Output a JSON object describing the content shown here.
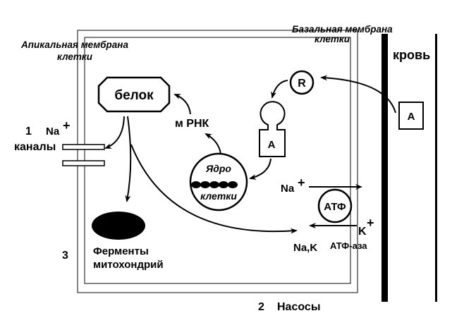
{
  "labels": {
    "apical_membrane_line1": "Апикальная мембрана",
    "apical_membrane_line2": "клетки",
    "basal_membrane_line1": "Базальная мембрана",
    "basal_membrane_line2": "клетки",
    "blood": "кровь",
    "protein": "белок",
    "mrna": "м РНК",
    "nucleus_line1": "Ядро",
    "nucleus_line2": "клетки",
    "receptor": "R",
    "hormone_cell": "A",
    "hormone_blood": "A",
    "channels_number": "1",
    "channels_ion": "Na",
    "channels_ion_charge": "+",
    "channels": "каналы",
    "enzymes_number": "3",
    "enzymes_line1": "Ферменты",
    "enzymes_line2": "митохондрий",
    "atp": "АТФ",
    "pump_na": "Na",
    "pump_na_charge": "+",
    "pump_k": "K",
    "pump_k_charge": "+",
    "pump_nak": "Na,K",
    "atpase": "АТФ-аза",
    "pumps_number": "2",
    "pumps": "Насосы"
  },
  "colors": {
    "ink": "#000000",
    "background": "#ffffff"
  }
}
